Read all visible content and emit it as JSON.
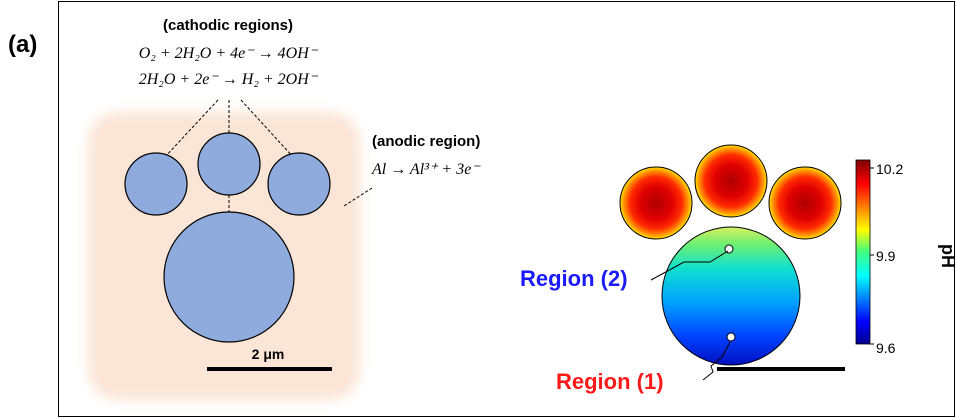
{
  "panel_label": "(a)",
  "left_schematic": {
    "cathodic_title": "(cathodic regions)",
    "cathodic_eq1": "O₂ + 2H₂O + 4e⁻ → 4OH⁻",
    "cathodic_eq2": "2H₂O + 2e⁻ → H₂ + 2OH⁻",
    "anodic_title": "(anodic region)",
    "anodic_eq": "Al → Al³⁺ + 3e⁻",
    "scale_bar_label": "2 μm",
    "colors": {
      "background_pad": "#fbe5d6",
      "particle_fill": "#8faadc",
      "particle_stroke": "#000000"
    }
  },
  "right_map": {
    "region2_label": "Region (2)",
    "region1_label": "Region (1)",
    "region2_color": "#1a1aff",
    "region1_color": "#ff1a1a",
    "colorbar": {
      "title": "pH",
      "ticks": [
        "10.2",
        "9.9",
        "9.6"
      ],
      "min": 9.6,
      "max": 10.2,
      "colormap": "jet"
    }
  }
}
